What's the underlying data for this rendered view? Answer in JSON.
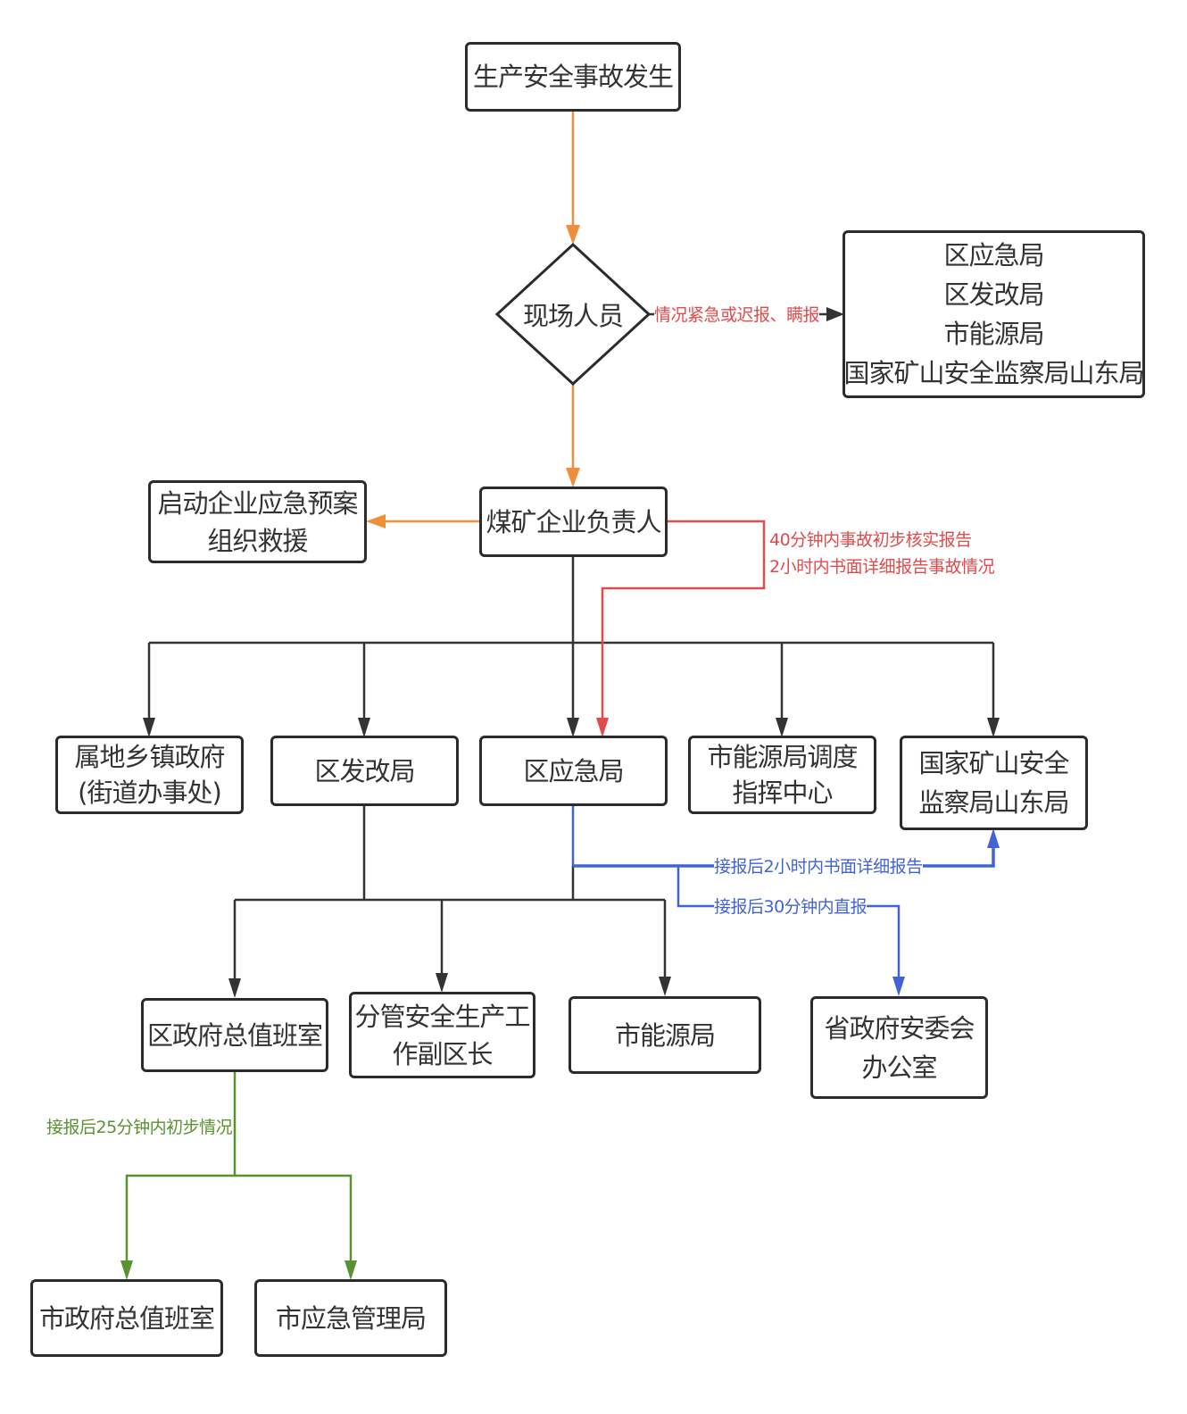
{
  "colors": {
    "node_border": "#2b2b2b",
    "orange_flow": "#ef8f3a",
    "red_flow": "#e04b4b",
    "blue_flow": "#4263d8",
    "green_flow": "#5a9232",
    "black_flow": "#333333"
  },
  "nodes": {
    "start": {
      "lines": [
        "生产安全事故发生"
      ]
    },
    "onsite": {
      "lines": [
        "现场人员"
      ]
    },
    "direct_report": {
      "lines": [
        "区应急局",
        "区发改局",
        "市能源局",
        "国家矿山安全监察局山东局"
      ]
    },
    "mine_head": {
      "lines": [
        "煤矿企业负责人"
      ]
    },
    "rescue": {
      "lines": [
        "启动企业应急预案",
        "组织救援"
      ]
    },
    "township": {
      "lines": [
        "属地乡镇政府",
        "(街道办事处)"
      ]
    },
    "district_drc": {
      "lines": [
        "区发改局"
      ]
    },
    "district_emergency": {
      "lines": [
        "区应急局"
      ]
    },
    "energy_dispatch": {
      "lines": [
        "市能源局调度",
        "指挥中心"
      ]
    },
    "mine_safety_sd": {
      "lines": [
        "国家矿山安全",
        "监察局山东局"
      ]
    },
    "district_duty": {
      "lines": [
        "区政府总值班室"
      ]
    },
    "deputy_head": {
      "lines": [
        "分管安全生产工",
        "作副区长"
      ]
    },
    "city_energy": {
      "lines": [
        "市能源局"
      ]
    },
    "province_safety": {
      "lines": [
        "省政府安委会",
        "办公室"
      ]
    },
    "city_duty": {
      "lines": [
        "市政府总值班室"
      ]
    },
    "city_emergency": {
      "lines": [
        "市应急管理局"
      ]
    }
  },
  "edge_labels": {
    "urgent": "情况紧急或迟报、瞒报",
    "mine_report_1": "40分钟内事故初步核实报告",
    "mine_report_2": "2小时内书面详细报告事故情况",
    "written_2h": "接报后2小时内书面详细报告",
    "direct_30min": "接报后30分钟内直报",
    "initial_25min": "接报后25分钟内初步情况"
  }
}
